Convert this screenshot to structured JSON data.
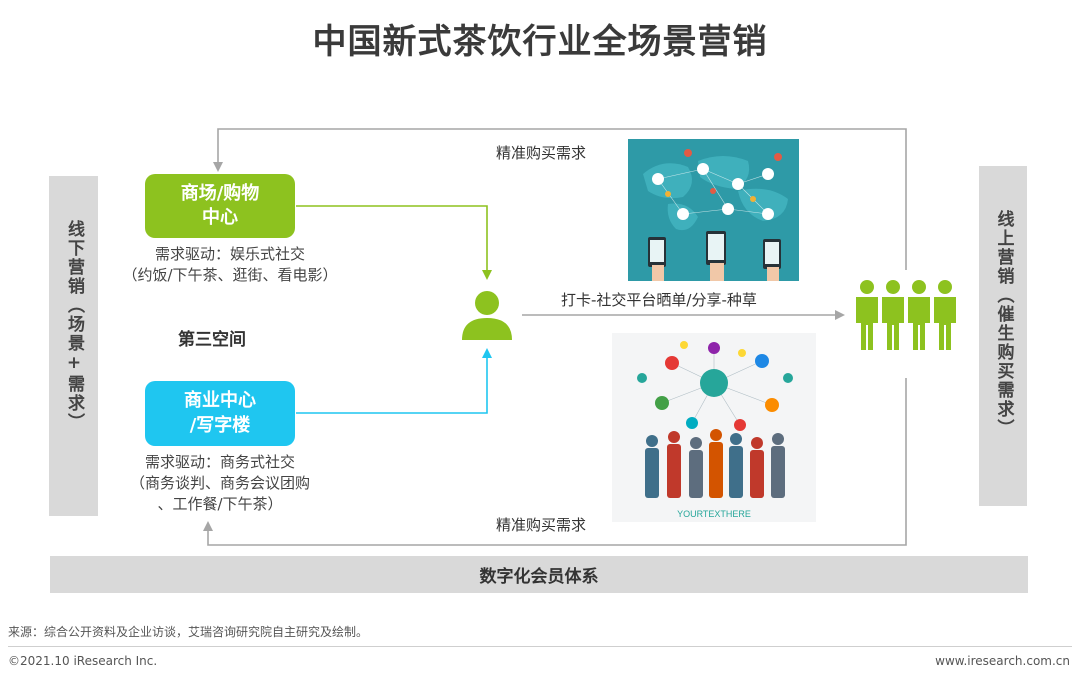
{
  "title": "中国新式茶饮行业全场景营销",
  "left_bar": {
    "text": "线下营销（场景+需求）"
  },
  "right_bar": {
    "text": "线上营销（催生购买需求）"
  },
  "mall_box": {
    "label": "商场/购物\n中心"
  },
  "mall_desc": {
    "text": "需求驱动：娱乐式社交\n（约饭/下午茶、逛街、看电影）"
  },
  "third_space": {
    "label": "第三空间"
  },
  "office_box": {
    "label": "商业中心\n/写字楼"
  },
  "office_desc": {
    "text": "需求驱动：商务式社交\n（商务谈判、商务会议团购\n、工作餐/下午茶）"
  },
  "top_demand": {
    "label": "精准购买需求"
  },
  "bottom_demand": {
    "label": "精准购买需求"
  },
  "checkin": {
    "label": "打卡-社交平台晒单/分享-种草"
  },
  "photo2": {
    "caption": "YOURTEXTHERE"
  },
  "bottom_bar": {
    "label": "数字化会员体系"
  },
  "footer": {
    "source": "来源：综合公开资料及企业访谈，艾瑞咨询研究院自主研究及绘制。",
    "copyright": "©2021.10 iResearch Inc.",
    "site": "www.iresearch.com.cn"
  },
  "colors": {
    "green": "#8dc21f",
    "blue": "#1fc6f0",
    "gray": "#d9d9d9",
    "arrow": "#a6a6a6"
  }
}
